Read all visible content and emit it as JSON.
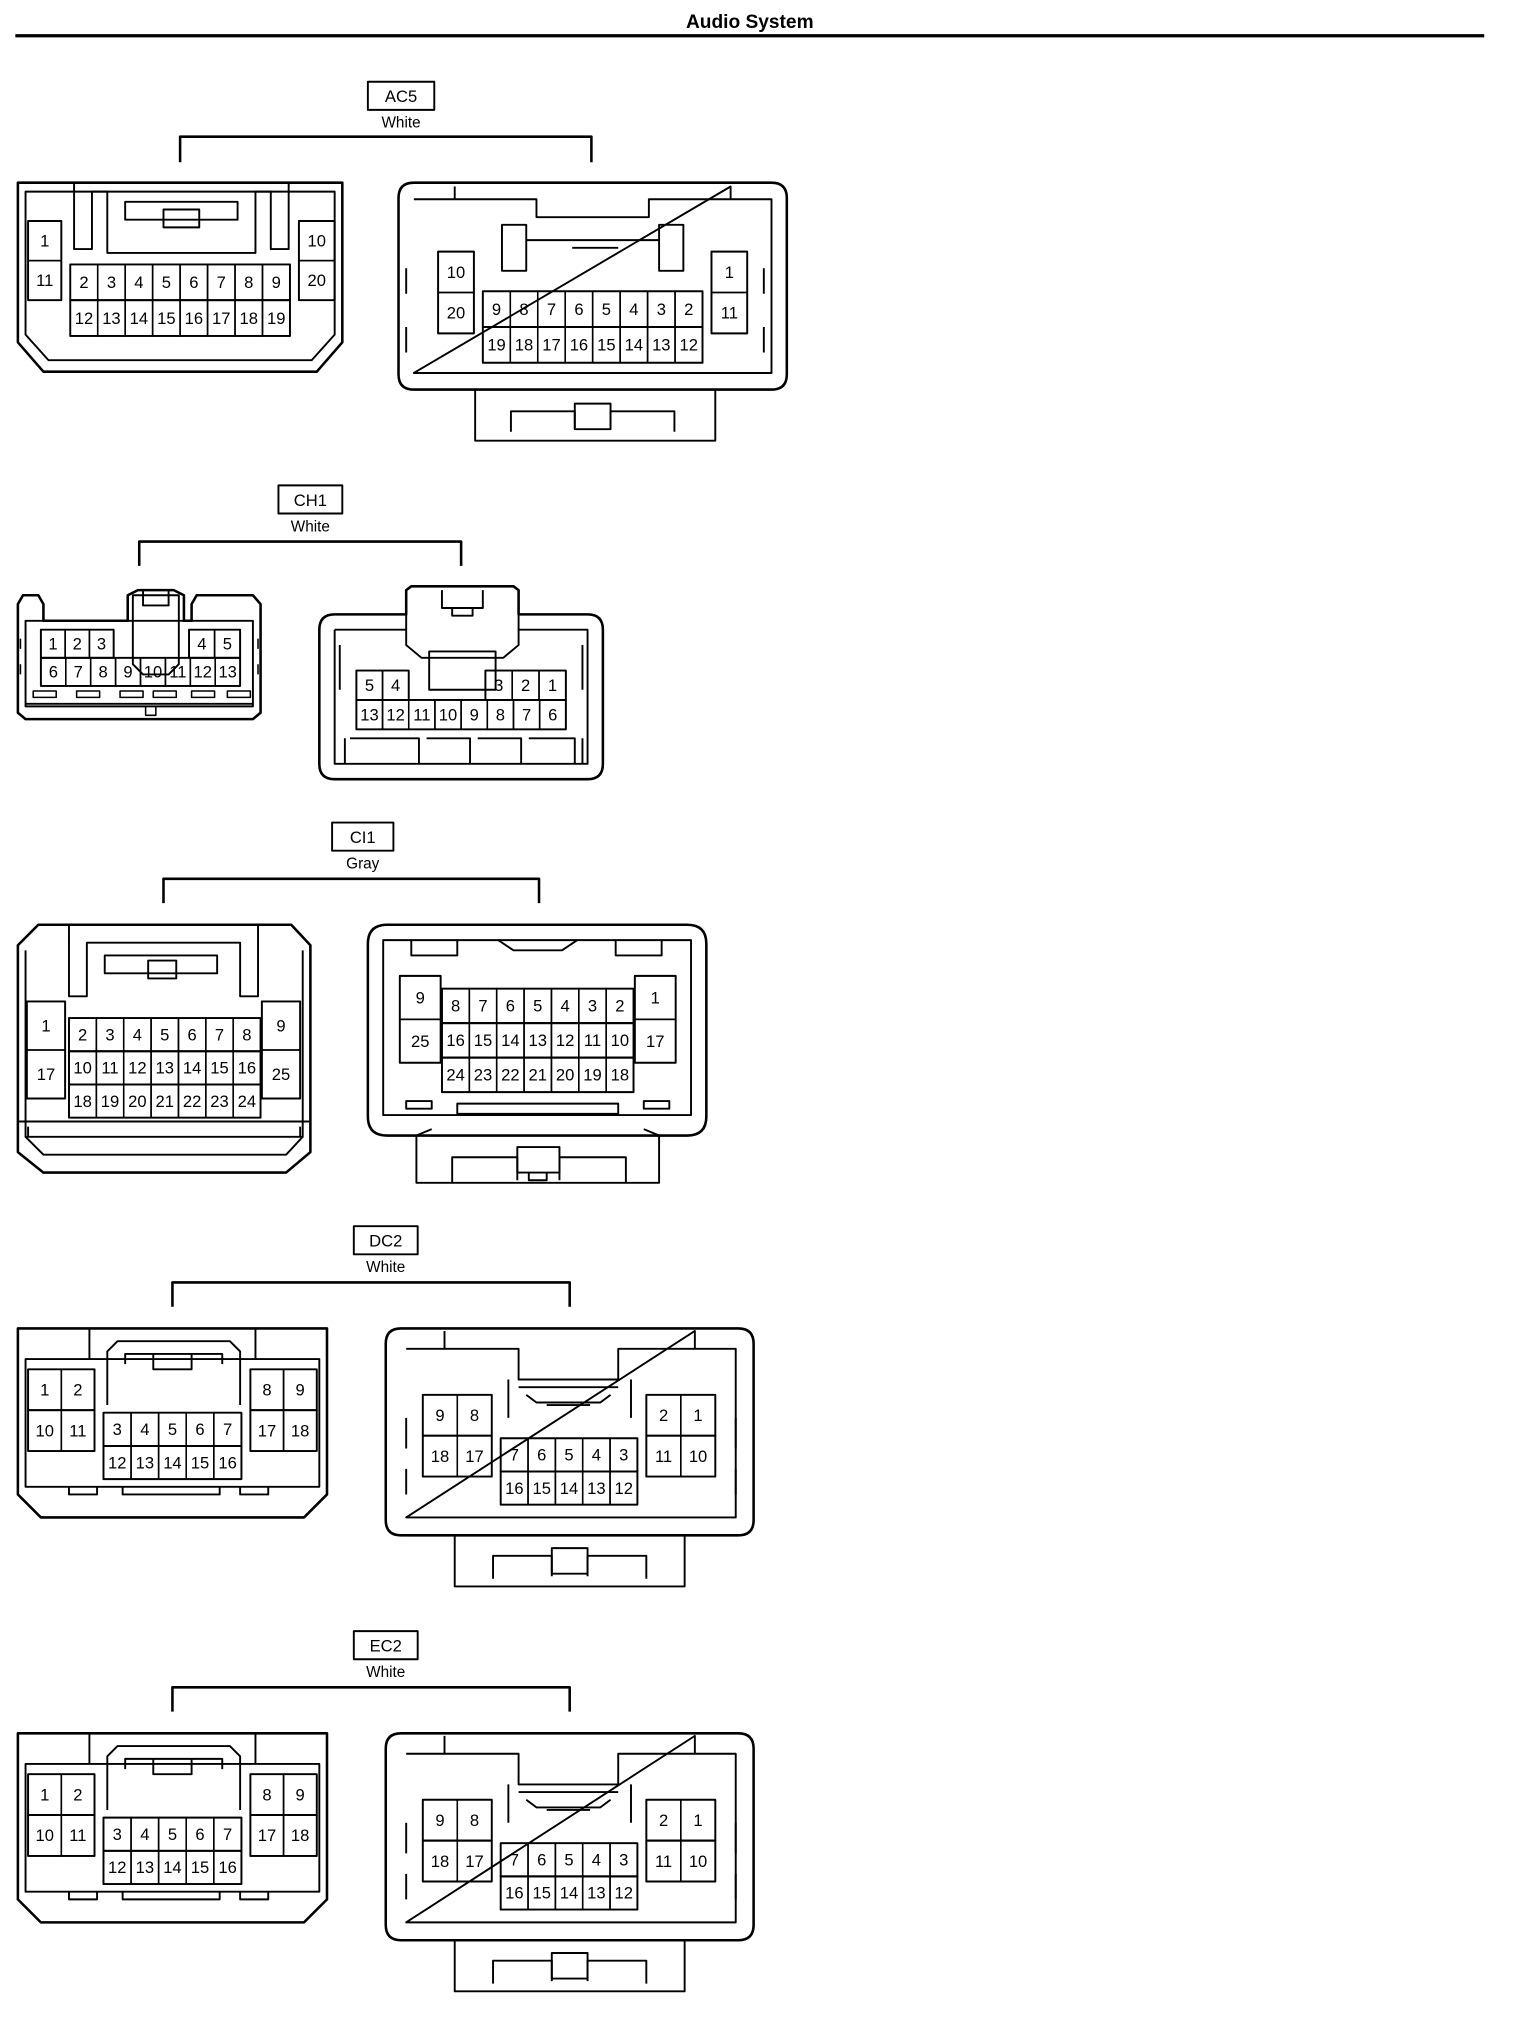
{
  "page": {
    "title": "Audio System"
  },
  "connectors": [
    {
      "code": "AC5",
      "color": "White",
      "left": {
        "sideA": [
          "1",
          "11"
        ],
        "sideB": [
          "10",
          "20"
        ],
        "row1": [
          "2",
          "3",
          "4",
          "5",
          "6",
          "7",
          "8",
          "9"
        ],
        "row2": [
          "12",
          "13",
          "14",
          "15",
          "16",
          "17",
          "18",
          "19"
        ]
      },
      "right": {
        "sideA": [
          "10",
          "20"
        ],
        "sideB": [
          "1",
          "11"
        ],
        "row1": [
          "9",
          "8",
          "7",
          "6",
          "5",
          "4",
          "3",
          "2"
        ],
        "row2": [
          "19",
          "18",
          "17",
          "16",
          "15",
          "14",
          "13",
          "12"
        ]
      }
    },
    {
      "code": "CH1",
      "color": "White",
      "left": {
        "row1a": [
          "1",
          "2",
          "3"
        ],
        "row1b": [
          "4",
          "5"
        ],
        "row2": [
          "6",
          "7",
          "8",
          "9",
          "10",
          "11",
          "12",
          "13"
        ]
      },
      "right": {
        "row1a": [
          "5",
          "4"
        ],
        "row1b": [
          "3",
          "2",
          "1"
        ],
        "row2": [
          "13",
          "12",
          "11",
          "10",
          "9",
          "8",
          "7",
          "6"
        ]
      }
    },
    {
      "code": "CI1",
      "color": "Gray",
      "left": {
        "sideA": [
          "1",
          "17"
        ],
        "sideB": [
          "9",
          "25"
        ],
        "row1": [
          "2",
          "3",
          "4",
          "5",
          "6",
          "7",
          "8"
        ],
        "row2": [
          "10",
          "11",
          "12",
          "13",
          "14",
          "15",
          "16"
        ],
        "row3": [
          "18",
          "19",
          "20",
          "21",
          "22",
          "23",
          "24"
        ]
      },
      "right": {
        "sideA": [
          "9",
          "25"
        ],
        "sideB": [
          "1",
          "17"
        ],
        "row1": [
          "8",
          "7",
          "6",
          "5",
          "4",
          "3",
          "2"
        ],
        "row2": [
          "16",
          "15",
          "14",
          "13",
          "12",
          "11",
          "10"
        ],
        "row3": [
          "24",
          "23",
          "22",
          "21",
          "20",
          "19",
          "18"
        ]
      }
    },
    {
      "code": "DC2",
      "color": "White",
      "left": {
        "sideA": [
          [
            "1",
            "2"
          ],
          [
            "10",
            "11"
          ]
        ],
        "sideB": [
          [
            "8",
            "9"
          ],
          [
            "17",
            "18"
          ]
        ],
        "row1": [
          "3",
          "4",
          "5",
          "6",
          "7"
        ],
        "row2": [
          "12",
          "13",
          "14",
          "15",
          "16"
        ]
      },
      "right": {
        "sideA": [
          [
            "9",
            "8"
          ],
          [
            "18",
            "17"
          ]
        ],
        "sideB": [
          [
            "2",
            "1"
          ],
          [
            "11",
            "10"
          ]
        ],
        "row1": [
          "7",
          "6",
          "5",
          "4",
          "3"
        ],
        "row2": [
          "16",
          "15",
          "14",
          "13",
          "12"
        ]
      }
    },
    {
      "code": "EC2",
      "color": "White",
      "left": {
        "sideA": [
          [
            "1",
            "2"
          ],
          [
            "10",
            "11"
          ]
        ],
        "sideB": [
          [
            "8",
            "9"
          ],
          [
            "17",
            "18"
          ]
        ],
        "row1": [
          "3",
          "4",
          "5",
          "6",
          "7"
        ],
        "row2": [
          "12",
          "13",
          "14",
          "15",
          "16"
        ]
      },
      "right": {
        "sideA": [
          [
            "9",
            "8"
          ],
          [
            "18",
            "17"
          ]
        ],
        "sideB": [
          [
            "2",
            "1"
          ],
          [
            "11",
            "10"
          ]
        ],
        "row1": [
          "7",
          "6",
          "5",
          "4",
          "3"
        ],
        "row2": [
          "16",
          "15",
          "14",
          "13",
          "12"
        ]
      }
    }
  ]
}
